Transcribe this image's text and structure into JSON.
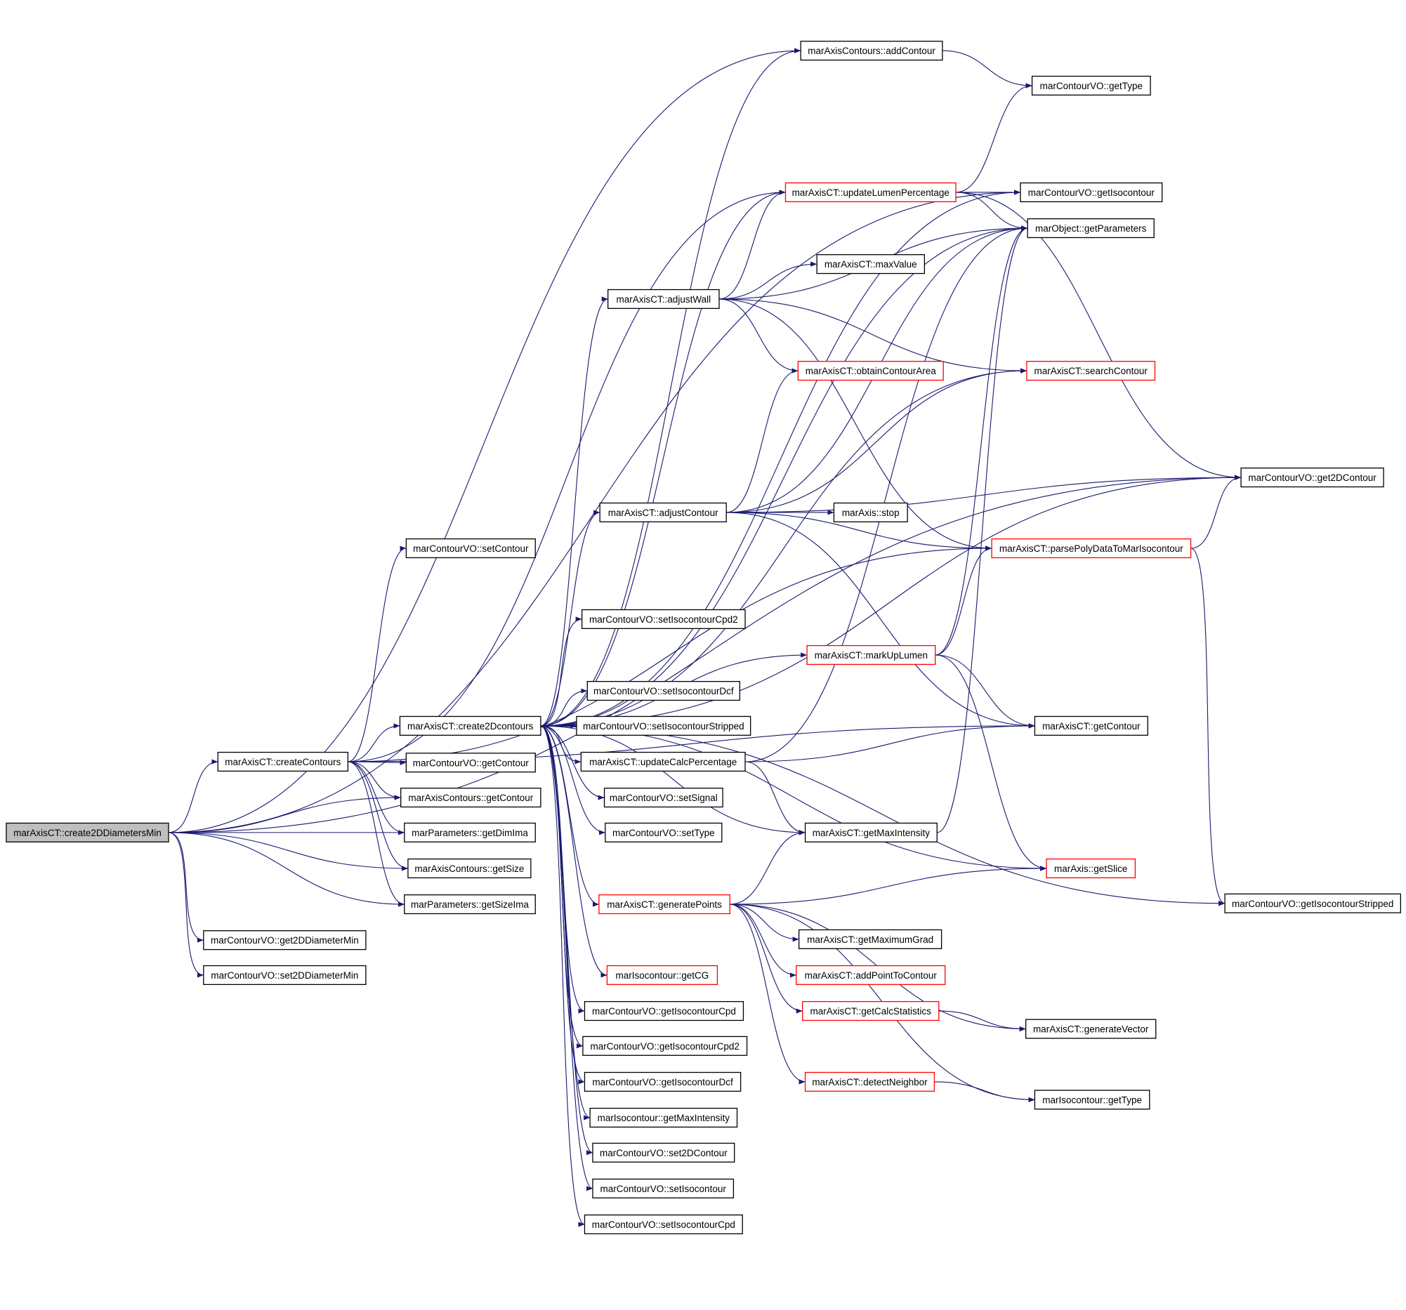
{
  "diagram": {
    "type": "call-graph",
    "colors": {
      "edge": "#191970",
      "root_fill": "#bfbfbf",
      "normal_border": "#000000",
      "truncated_border": "#ff0000",
      "node_fill": "#ffffff"
    },
    "root": "n0",
    "nodes": [
      {
        "id": "n0",
        "label": "marAxisCT::create2DDiametersMin",
        "kind": "root"
      },
      {
        "id": "n1",
        "label": "marAxisCT::createContours",
        "kind": "normal"
      },
      {
        "id": "n2",
        "label": "marContourVO::get2DDiameterMin",
        "kind": "normal"
      },
      {
        "id": "n3",
        "label": "marContourVO::set2DDiameterMin",
        "kind": "normal"
      },
      {
        "id": "n4",
        "label": "marContourVO::setContour",
        "kind": "normal"
      },
      {
        "id": "n5",
        "label": "marAxisCT::create2Dcontours",
        "kind": "normal"
      },
      {
        "id": "n6",
        "label": "marContourVO::getContour",
        "kind": "normal"
      },
      {
        "id": "n7",
        "label": "marAxisContours::getContour",
        "kind": "normal"
      },
      {
        "id": "n8",
        "label": "marParameters::getDimIma",
        "kind": "normal"
      },
      {
        "id": "n9",
        "label": "marAxisContours::getSize",
        "kind": "normal"
      },
      {
        "id": "n10",
        "label": "marParameters::getSizeIma",
        "kind": "normal"
      },
      {
        "id": "n11",
        "label": "marAxisCT::adjustWall",
        "kind": "normal"
      },
      {
        "id": "n12",
        "label": "marAxisCT::adjustContour",
        "kind": "normal"
      },
      {
        "id": "n13",
        "label": "marContourVO::setIsocontourCpd2",
        "kind": "normal"
      },
      {
        "id": "n14",
        "label": "marContourVO::setIsocontourDcf",
        "kind": "normal"
      },
      {
        "id": "n15",
        "label": "marContourVO::setIsocontourStripped",
        "kind": "normal"
      },
      {
        "id": "n16",
        "label": "marAxisCT::updateCalcPercentage",
        "kind": "normal"
      },
      {
        "id": "n17",
        "label": "marContourVO::setSignal",
        "kind": "normal"
      },
      {
        "id": "n18",
        "label": "marContourVO::setType",
        "kind": "normal"
      },
      {
        "id": "n19",
        "label": "marAxisCT::generatePoints",
        "kind": "truncated"
      },
      {
        "id": "n20",
        "label": "marIsocontour::getCG",
        "kind": "truncated"
      },
      {
        "id": "n21",
        "label": "marContourVO::getIsocontourCpd",
        "kind": "normal"
      },
      {
        "id": "n22",
        "label": "marContourVO::getIsocontourCpd2",
        "kind": "normal"
      },
      {
        "id": "n23",
        "label": "marContourVO::getIsocontourDcf",
        "kind": "normal"
      },
      {
        "id": "n24",
        "label": "marIsocontour::getMaxIntensity",
        "kind": "normal"
      },
      {
        "id": "n25",
        "label": "marContourVO::set2DContour",
        "kind": "normal"
      },
      {
        "id": "n26",
        "label": "marContourVO::setIsocontour",
        "kind": "normal"
      },
      {
        "id": "n27",
        "label": "marContourVO::setIsocontourCpd",
        "kind": "normal"
      },
      {
        "id": "n28",
        "label": "marAxisContours::addContour",
        "kind": "normal"
      },
      {
        "id": "n29",
        "label": "marAxisCT::updateLumenPercentage",
        "kind": "truncated"
      },
      {
        "id": "n30",
        "label": "marAxisCT::maxValue",
        "kind": "normal"
      },
      {
        "id": "n31",
        "label": "marAxisCT::obtainContourArea",
        "kind": "truncated"
      },
      {
        "id": "n32",
        "label": "marAxis::stop",
        "kind": "normal"
      },
      {
        "id": "n33",
        "label": "marAxisCT::markUpLumen",
        "kind": "truncated"
      },
      {
        "id": "n34",
        "label": "marAxisCT::getMaxIntensity",
        "kind": "normal"
      },
      {
        "id": "n35",
        "label": "marAxisCT::getMaximumGrad",
        "kind": "normal"
      },
      {
        "id": "n36",
        "label": "marAxisCT::addPointToContour",
        "kind": "truncated"
      },
      {
        "id": "n37",
        "label": "marAxisCT::getCalcStatistics",
        "kind": "truncated"
      },
      {
        "id": "n38",
        "label": "marAxisCT::detectNeighbor",
        "kind": "truncated"
      },
      {
        "id": "n39",
        "label": "marContourVO::getType",
        "kind": "normal"
      },
      {
        "id": "n40",
        "label": "marContourVO::getIsocontour",
        "kind": "normal"
      },
      {
        "id": "n41",
        "label": "marObject::getParameters",
        "kind": "normal"
      },
      {
        "id": "n42",
        "label": "marAxisCT::searchContour",
        "kind": "truncated"
      },
      {
        "id": "n43",
        "label": "marAxisCT::parsePolyDataToMarIsocontour",
        "kind": "truncated"
      },
      {
        "id": "n44",
        "label": "marAxisCT::getContour",
        "kind": "normal"
      },
      {
        "id": "n45",
        "label": "marAxis::getSlice",
        "kind": "truncated"
      },
      {
        "id": "n46",
        "label": "marAxisCT::generateVector",
        "kind": "normal"
      },
      {
        "id": "n47",
        "label": "marIsocontour::getType",
        "kind": "normal"
      },
      {
        "id": "n48",
        "label": "marContourVO::get2DContour",
        "kind": "normal"
      },
      {
        "id": "n49",
        "label": "marContourVO::getIsocontourStripped",
        "kind": "normal"
      }
    ],
    "edges": [
      [
        "n0",
        "n1"
      ],
      [
        "n0",
        "n2"
      ],
      [
        "n0",
        "n3"
      ],
      [
        "n0",
        "n7"
      ],
      [
        "n0",
        "n8"
      ],
      [
        "n0",
        "n9"
      ],
      [
        "n0",
        "n10"
      ],
      [
        "n0",
        "n28"
      ],
      [
        "n0",
        "n40"
      ],
      [
        "n0",
        "n48"
      ],
      [
        "n1",
        "n4"
      ],
      [
        "n1",
        "n5"
      ],
      [
        "n1",
        "n6"
      ],
      [
        "n1",
        "n7"
      ],
      [
        "n1",
        "n8"
      ],
      [
        "n1",
        "n9"
      ],
      [
        "n1",
        "n10"
      ],
      [
        "n1",
        "n29"
      ],
      [
        "n1",
        "n43"
      ],
      [
        "n1",
        "n44"
      ],
      [
        "n5",
        "n11"
      ],
      [
        "n5",
        "n12"
      ],
      [
        "n5",
        "n13"
      ],
      [
        "n5",
        "n14"
      ],
      [
        "n5",
        "n15"
      ],
      [
        "n5",
        "n16"
      ],
      [
        "n5",
        "n17"
      ],
      [
        "n5",
        "n18"
      ],
      [
        "n5",
        "n19"
      ],
      [
        "n5",
        "n20"
      ],
      [
        "n5",
        "n21"
      ],
      [
        "n5",
        "n22"
      ],
      [
        "n5",
        "n23"
      ],
      [
        "n5",
        "n24"
      ],
      [
        "n5",
        "n25"
      ],
      [
        "n5",
        "n26"
      ],
      [
        "n5",
        "n27"
      ],
      [
        "n5",
        "n28"
      ],
      [
        "n5",
        "n29"
      ],
      [
        "n5",
        "n33"
      ],
      [
        "n5",
        "n41"
      ],
      [
        "n5",
        "n42"
      ],
      [
        "n5",
        "n45"
      ],
      [
        "n5",
        "n48"
      ],
      [
        "n5",
        "n49"
      ],
      [
        "n5",
        "n40"
      ],
      [
        "n5",
        "n34"
      ],
      [
        "n11",
        "n29"
      ],
      [
        "n11",
        "n30"
      ],
      [
        "n11",
        "n31"
      ],
      [
        "n11",
        "n41"
      ],
      [
        "n11",
        "n42"
      ],
      [
        "n11",
        "n43"
      ],
      [
        "n12",
        "n31"
      ],
      [
        "n12",
        "n32"
      ],
      [
        "n12",
        "n41"
      ],
      [
        "n12",
        "n42"
      ],
      [
        "n12",
        "n43"
      ],
      [
        "n12",
        "n48"
      ],
      [
        "n12",
        "n44"
      ],
      [
        "n16",
        "n34"
      ],
      [
        "n16",
        "n44"
      ],
      [
        "n16",
        "n41"
      ],
      [
        "n19",
        "n35"
      ],
      [
        "n19",
        "n36"
      ],
      [
        "n19",
        "n37"
      ],
      [
        "n19",
        "n38"
      ],
      [
        "n19",
        "n45"
      ],
      [
        "n19",
        "n46"
      ],
      [
        "n19",
        "n47"
      ],
      [
        "n19",
        "n34"
      ],
      [
        "n28",
        "n39"
      ],
      [
        "n29",
        "n39"
      ],
      [
        "n29",
        "n40"
      ],
      [
        "n29",
        "n41"
      ],
      [
        "n29",
        "n48"
      ],
      [
        "n33",
        "n41"
      ],
      [
        "n33",
        "n43"
      ],
      [
        "n33",
        "n44"
      ],
      [
        "n33",
        "n45"
      ],
      [
        "n34",
        "n41"
      ],
      [
        "n37",
        "n46"
      ],
      [
        "n38",
        "n47"
      ],
      [
        "n43",
        "n48"
      ],
      [
        "n43",
        "n49"
      ]
    ]
  }
}
